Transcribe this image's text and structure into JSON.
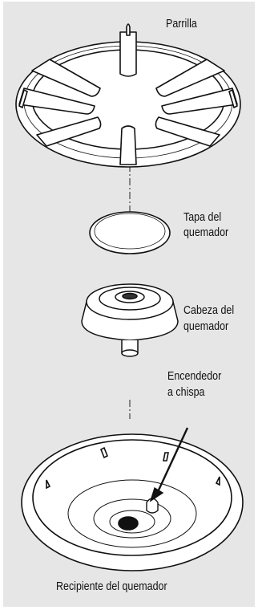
{
  "labels": {
    "grate": "Parrilla",
    "cap_line1": "Tapa del",
    "cap_line2": "quemador",
    "head_line1": "Cabeza del",
    "head_line2": "quemador",
    "igniter_line1": "Encendedor",
    "igniter_line2": "a chispa",
    "bowl": "Recipiente del quemador"
  }
}
